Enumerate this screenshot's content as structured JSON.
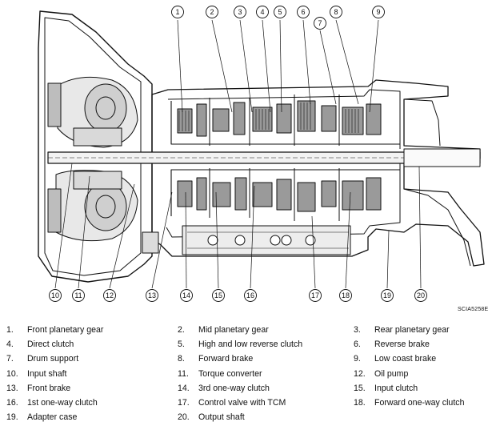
{
  "figure": {
    "code": "SCIA5258E",
    "callouts": [
      "1",
      "2",
      "3",
      "4",
      "5",
      "6",
      "7",
      "8",
      "9",
      "10",
      "11",
      "12",
      "13",
      "14",
      "15",
      "16",
      "17",
      "18",
      "19",
      "20"
    ]
  },
  "legend": [
    {
      "num": "1.",
      "label": "Front planetary gear"
    },
    {
      "num": "2.",
      "label": "Mid planetary gear"
    },
    {
      "num": "3.",
      "label": "Rear planetary gear"
    },
    {
      "num": "4.",
      "label": "Direct clutch"
    },
    {
      "num": "5.",
      "label": "High and low reverse clutch"
    },
    {
      "num": "6.",
      "label": "Reverse brake"
    },
    {
      "num": "7.",
      "label": "Drum support"
    },
    {
      "num": "8.",
      "label": "Forward brake"
    },
    {
      "num": "9.",
      "label": "Low coast brake"
    },
    {
      "num": "10.",
      "label": "Input shaft"
    },
    {
      "num": "11.",
      "label": "Torque converter"
    },
    {
      "num": "12.",
      "label": "Oil pump"
    },
    {
      "num": "13.",
      "label": "Front brake"
    },
    {
      "num": "14.",
      "label": "3rd one-way clutch"
    },
    {
      "num": "15.",
      "label": "Input clutch"
    },
    {
      "num": "16.",
      "label": "1st one-way clutch"
    },
    {
      "num": "17.",
      "label": "Control valve with TCM"
    },
    {
      "num": "18.",
      "label": "Forward one-way clutch"
    },
    {
      "num": "19.",
      "label": "Adapter case"
    },
    {
      "num": "20.",
      "label": "Output shaft"
    }
  ]
}
